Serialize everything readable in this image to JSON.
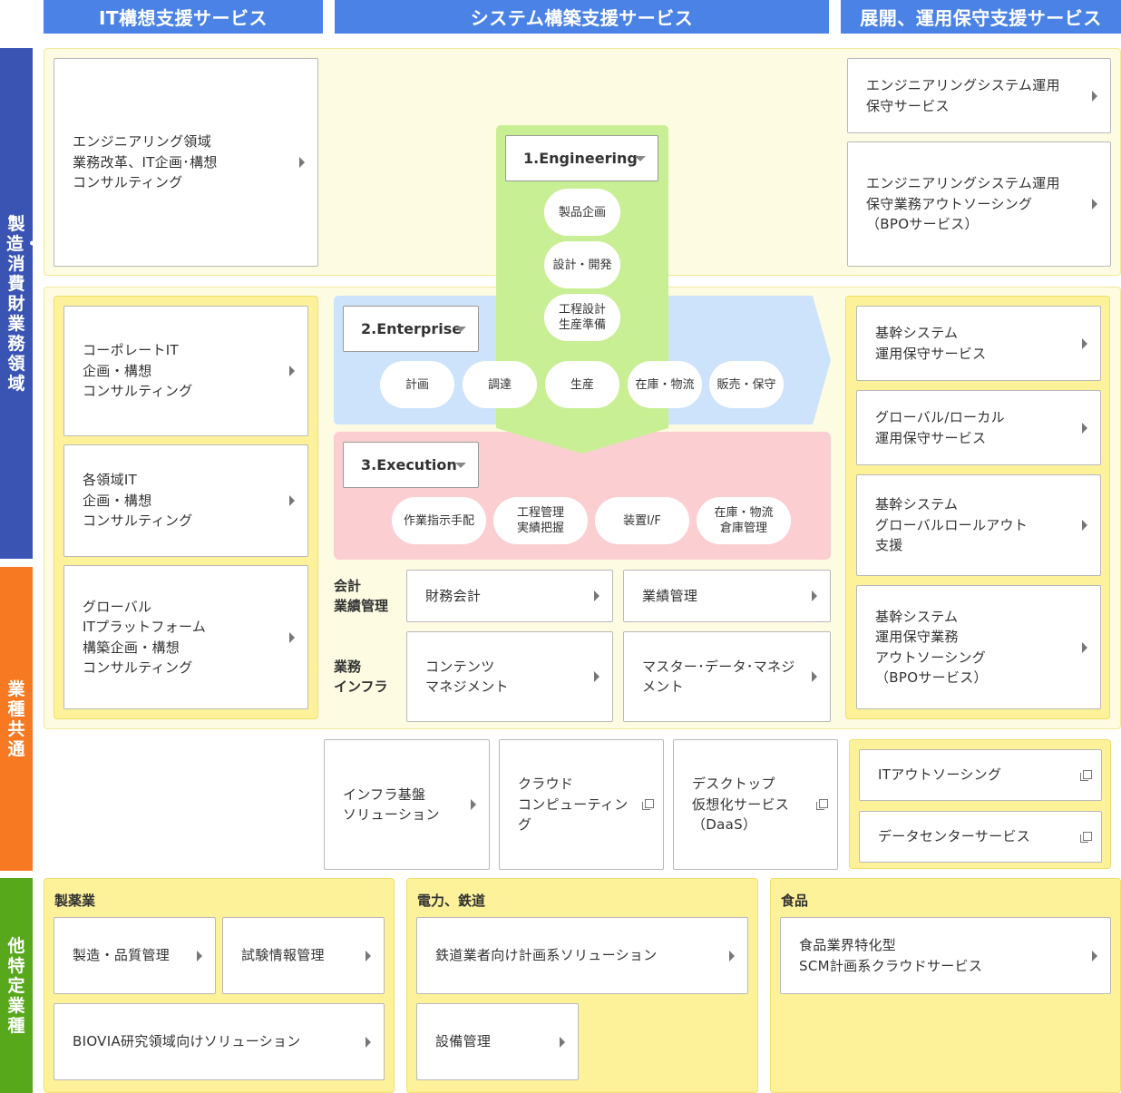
{
  "headers": {
    "it_concept": "IT構想支援サービス",
    "system_build": "システム構築支援サービス",
    "deploy_ops": "展開、運用保守支援サービス"
  },
  "side_labels": {
    "manufacturing": "製造・消費財　業務領域",
    "cross_industry": "業種共通",
    "other_industry": "他特定業種"
  },
  "it_concept_cards": {
    "engineering_consulting": "エンジニアリング領域\n業務改革、IT企画･構想\nコンサルティング",
    "corporate_it": "コーポレートIT\n企画・構想\nコンサルティング",
    "domain_it": "各領域IT\n企画・構想\nコンサルティング",
    "global_platform": "グローバル\nITプラットフォーム\n構築企画・構想\nコンサルティング"
  },
  "ops_cards": {
    "eng_ops": "エンジニアリングシステム運用\n保守サービス",
    "eng_bpo": "エンジニアリングシステム運用\n保守業務アウトソーシング\n（BPOサービス）",
    "core_ops": "基幹システム\n運用保守サービス",
    "global_local_ops": "グローバル/ローカル\n運用保守サービス",
    "global_rollout": "基幹システム\nグローバルロールアウト\n支援",
    "core_bpo": "基幹システム\n運用保守業務\nアウトソーシング\n（BPOサービス）"
  },
  "engineering": {
    "title": "1.Engineering",
    "items": [
      "製品企画",
      "設計・開発",
      "工程設計\n生産準備"
    ]
  },
  "enterprise": {
    "title": "2.Enterprise",
    "items": [
      "計画",
      "調達",
      "生産",
      "在庫・物流",
      "販売・保守"
    ]
  },
  "execution": {
    "title": "3.Execution",
    "items": [
      "作業指示手配",
      "工程管理\n実績把握",
      "装置I/F",
      "在庫・物流\n倉庫管理"
    ]
  },
  "accounting": {
    "label": "会計\n業績管理",
    "financial": "財務会計",
    "performance": "業績管理"
  },
  "infra_biz": {
    "label": "業務\nインフラ",
    "contents": "コンテンツ\nマネジメント",
    "master_data": "マスター･データ･マネジ\nメント"
  },
  "common_cards": {
    "infra": "インフラ基盤\nソリューション",
    "cloud": "クラウド\nコンピューティン\nグ",
    "desktop": "デスクトップ\n仮想化サービス\n（DaaS）",
    "it_outsourcing": "ITアウトソーシング",
    "datacenter": "データセンターサービス"
  },
  "pharma": {
    "title": "製薬業",
    "quality": "製造・品質管理",
    "trial": "試験情報管理",
    "biovia": "BIOVIA研究領域向けソリューション"
  },
  "power_rail": {
    "title": "電力、鉄道",
    "railway": "鉄道業者向け計画系ソリューション",
    "equipment": "設備管理"
  },
  "food": {
    "title": "食品",
    "scm": "食品業界特化型\nSCM計画系クラウドサービス"
  },
  "colors": {
    "header_blue": "#4a82e6",
    "side_blue": "#3a54b4",
    "side_orange": "#f77a22",
    "side_green": "#58a81c",
    "engineering_green": "#c9ef95",
    "enterprise_blue": "#cde3fb",
    "execution_pink": "#fbcfd1",
    "panel_yellow": "#fdf29a"
  }
}
